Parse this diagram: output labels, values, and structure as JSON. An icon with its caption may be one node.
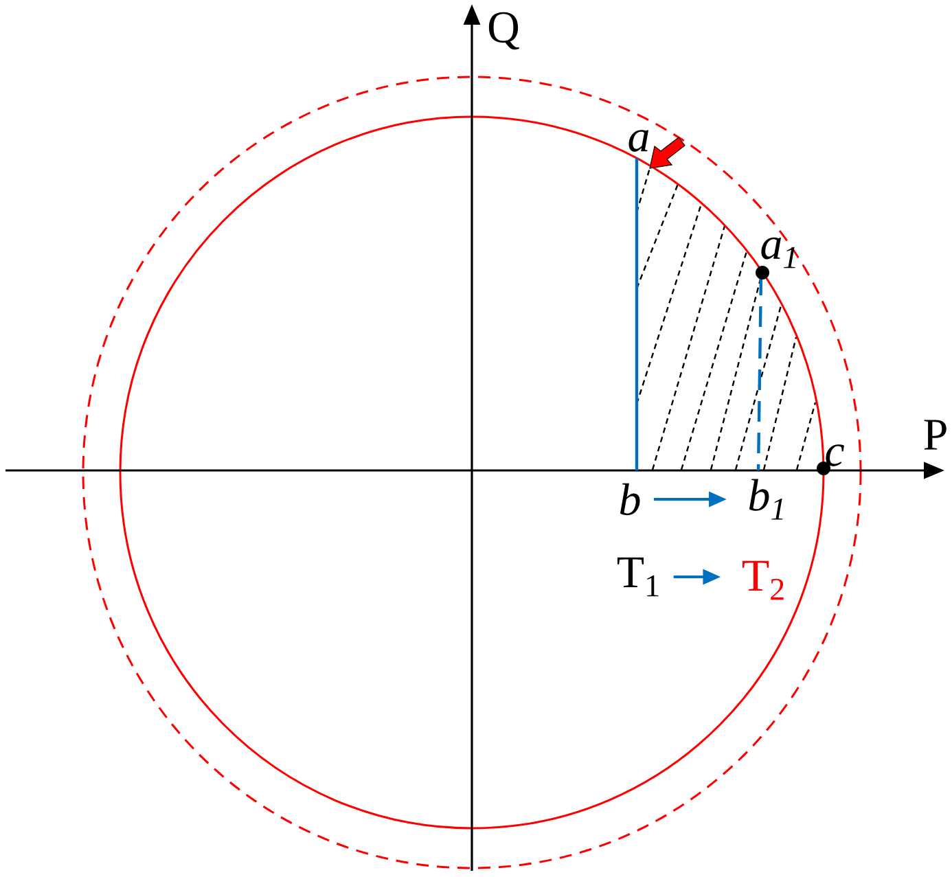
{
  "diagram": {
    "nodes": [
      {
        "text": [
          "b"
        ]
      },
      {
        "text": [
          "b$_{1}$"
        ]
      },
      {
        "text": [
          "T$_{1}$"
        ]
      },
      {
        "text": [
          "T$_{2}$"
        ]
      }
    ],
    "edges": [
      {
        "from": 0,
        "to": 1,
        "arrow": "to"
      },
      {
        "from": 2,
        "to": 3,
        "arrow": "to"
      }
    ],
    "labels": [
      "Q",
      "P",
      "a",
      "a$_{1}$",
      "c"
    ]
  }
}
